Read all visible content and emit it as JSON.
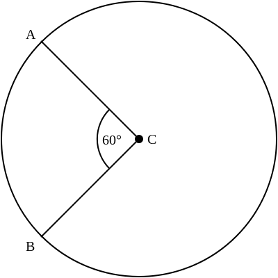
{
  "diagram": {
    "point_a_label": "A",
    "point_b_label": "B",
    "center_label": "C",
    "angle_label": "60°",
    "colors": {
      "stroke": "#000000",
      "background": "#ffffff"
    }
  }
}
